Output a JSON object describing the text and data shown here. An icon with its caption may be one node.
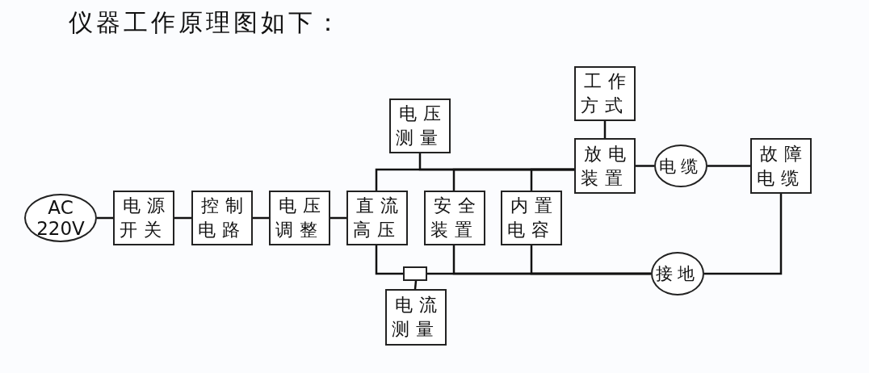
{
  "diagram": {
    "title": "仪器工作原理图如下：",
    "nodes": [
      {
        "text": [
          "AC 220V"
        ]
      },
      {
        "text": [
          "电源开关"
        ]
      },
      {
        "text": [
          "控制电路"
        ]
      },
      {
        "text": [
          "电压调整"
        ]
      },
      {
        "text": [
          "直流高压"
        ]
      },
      {
        "text": [
          "安全装置"
        ]
      },
      {
        "text": [
          "内置电容"
        ]
      },
      {
        "text": [
          "电压测量"
        ]
      },
      {
        "text": [
          "工作方式"
        ]
      },
      {
        "text": [
          "放电装置"
        ]
      },
      {
        "text": [
          "电缆"
        ]
      },
      {
        "text": [
          "故障电缆"
        ]
      },
      {
        "text": [],
        "shape": "box"
      },
      {
        "text": [
          "电流测量"
        ]
      },
      {
        "text": [
          "接地"
        ]
      }
    ],
    "edges": [
      {
        "from": 0,
        "to": 1,
        "arrow": "none"
      },
      {
        "from": 1,
        "to": 2,
        "arrow": "none"
      },
      {
        "from": 2,
        "to": 3,
        "arrow": "none"
      },
      {
        "from": 3,
        "to": 4,
        "arrow": "none"
      },
      {
        "from": 4,
        "to": 9,
        "arrow": "none"
      },
      {
        "from": 7,
        "to": 9,
        "arrow": "none"
      },
      {
        "from": 5,
        "to": 9,
        "arrow": "none"
      },
      {
        "from": 6,
        "to": 9,
        "arrow": "none"
      },
      {
        "from": 8,
        "to": 9,
        "arrow": "none"
      },
      {
        "from": 9,
        "to": 10,
        "arrow": "none"
      },
      {
        "from": 10,
        "to": 11,
        "arrow": "none"
      },
      {
        "from": 11,
        "to": 14,
        "arrow": "none"
      },
      {
        "from": 4,
        "to": 12,
        "arrow": "none"
      },
      {
        "from": 12,
        "to": 14,
        "arrow": "none"
      },
      {
        "from": 5,
        "to": 14,
        "arrow": "none"
      },
      {
        "from": 6,
        "to": 14,
        "arrow": "none"
      },
      {
        "from": 12,
        "to": 13,
        "arrow": "none"
      }
    ]
  }
}
